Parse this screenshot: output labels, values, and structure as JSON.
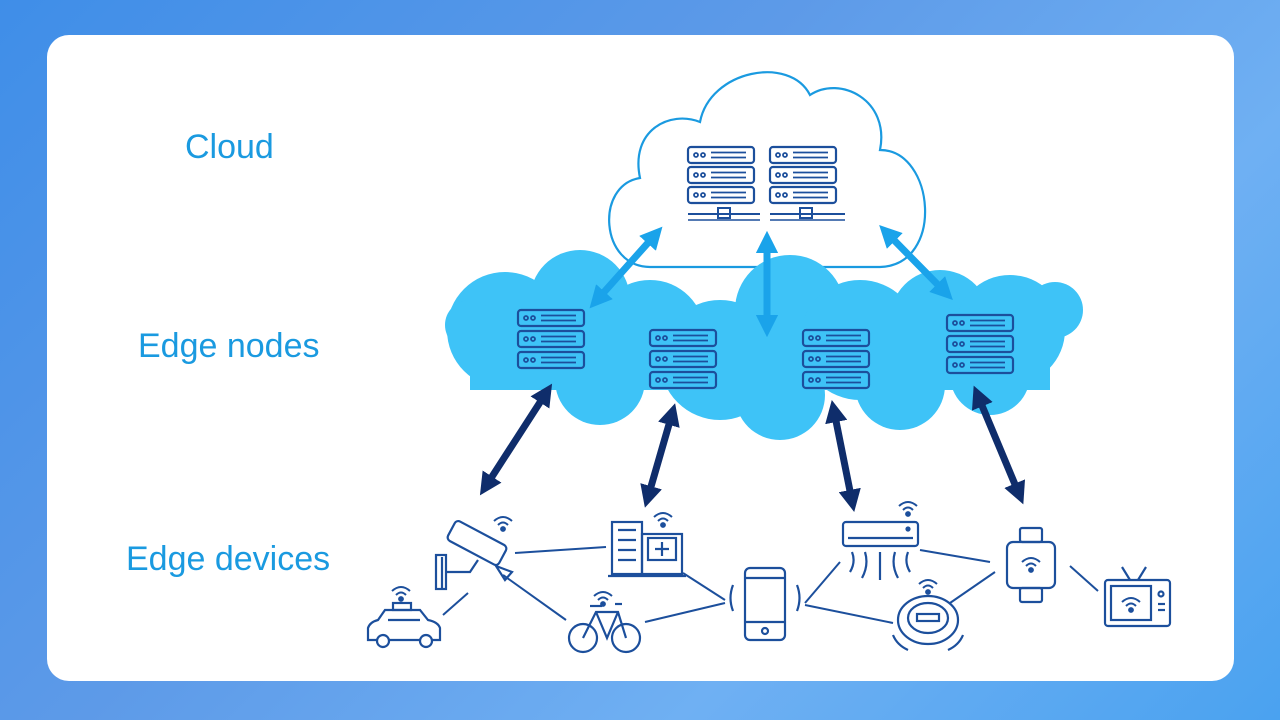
{
  "labels": {
    "cloud": "Cloud",
    "edge_nodes": "Edge nodes",
    "edge_devices": "Edge devices"
  },
  "colors": {
    "background": "#4a95ea",
    "card": "#ffffff",
    "label_text": "#1a9ae0",
    "cloud_outline": "#1a9ae0",
    "edge_cloud_fill": "#3ec3f7",
    "icon_stroke": "#1c4f9c",
    "cloud_arrow": "#1aa3ea",
    "device_arrow": "#0f2d6b"
  },
  "icons": {
    "cloud_servers": "server-rack-icon",
    "edge_nodes": "server-stack-icon",
    "devices": [
      "security-camera-icon",
      "taxi-icon",
      "hospital-building-icon",
      "bicycle-icon",
      "smartphone-icon",
      "air-conditioner-icon",
      "robot-vacuum-icon",
      "smartwatch-icon",
      "television-icon"
    ]
  }
}
